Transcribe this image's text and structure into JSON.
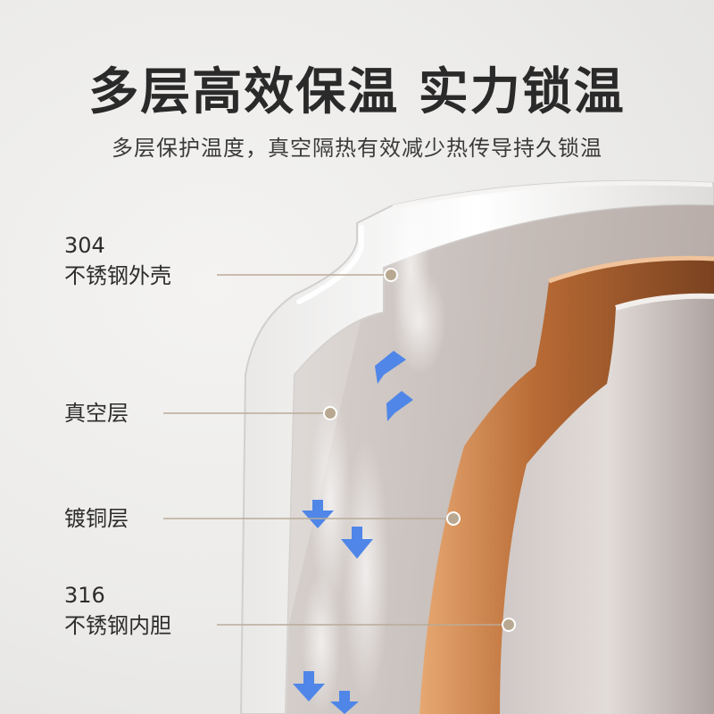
{
  "title": "多层高效保温 实力锁温",
  "subtitle": "多层保护温度，真空隔热有效减少热传导持久锁温",
  "labels": {
    "outer_grade": "304",
    "outer_name": "不锈钢外壳",
    "vacuum": "真空层",
    "copper": "镀铜层",
    "inner_grade": "316",
    "inner_name": "不锈钢内胆"
  },
  "colors": {
    "leader_line": "#b9ab97",
    "leader_dot": "#b8a891",
    "arrow": "#4f86e8",
    "copper": "#b86a34",
    "steel": "#c9c3c0"
  }
}
